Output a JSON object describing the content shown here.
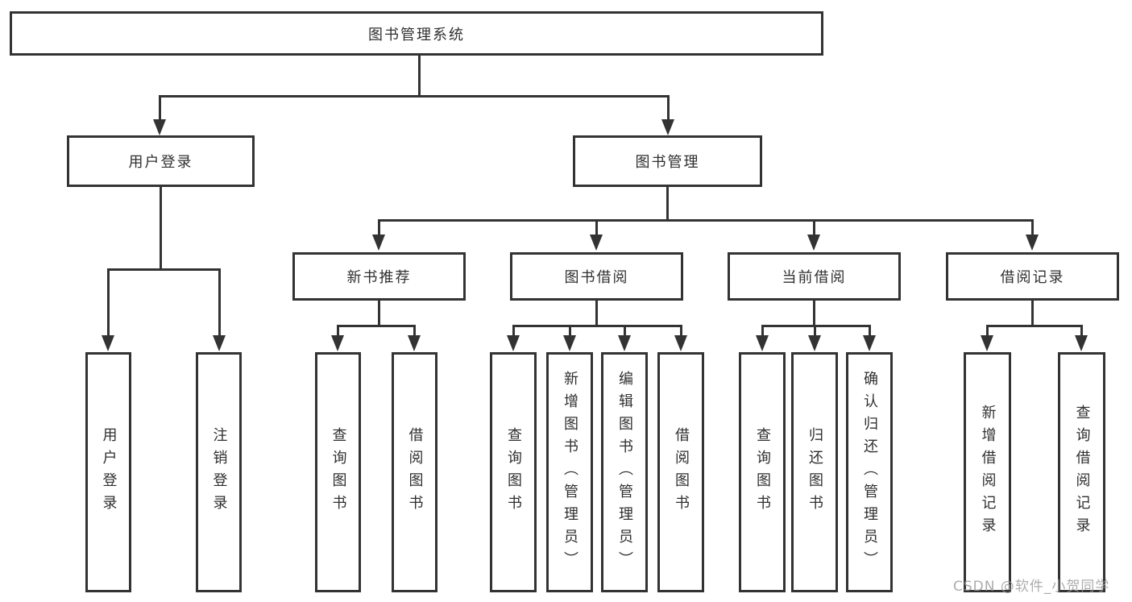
{
  "diagram": {
    "root": {
      "label": "图书管理系统"
    },
    "level2": {
      "user_login": {
        "label": "用户登录"
      },
      "book_mgmt": {
        "label": "图书管理"
      }
    },
    "level3": {
      "new_book_rec": {
        "label": "新书推荐"
      },
      "book_borrow": {
        "label": "图书借阅"
      },
      "current_borrow": {
        "label": "当前借阅"
      },
      "borrow_record": {
        "label": "借阅记录"
      }
    },
    "leaves": {
      "user_login_leaf": {
        "label": "用户登录"
      },
      "logout_leaf": {
        "label": "注销登录"
      },
      "nbr_query_books": {
        "label": "查询图书"
      },
      "nbr_borrow_books": {
        "label": "借阅图书"
      },
      "bb_query_books": {
        "label": "查询图书"
      },
      "bb_add_books": {
        "label": "新增图书（管理员）"
      },
      "bb_edit_books": {
        "label": "编辑图书（管理员）"
      },
      "bb_borrow_books": {
        "label": "借阅图书"
      },
      "cb_query_books": {
        "label": "查询图书"
      },
      "cb_return_books": {
        "label": "归还图书"
      },
      "cb_confirm_return": {
        "label": "确认归还（管理员）"
      },
      "br_add_record": {
        "label": "新增借阅记录"
      },
      "br_query_record": {
        "label": "查询借阅记录"
      }
    }
  },
  "watermark": {
    "text": "CSDN @软件_小贺同学"
  },
  "colors": {
    "line": "#333333",
    "box_border": "#333333",
    "text": "#2f2f2f",
    "background": "#ffffff",
    "watermark": "#9e9e9e"
  }
}
